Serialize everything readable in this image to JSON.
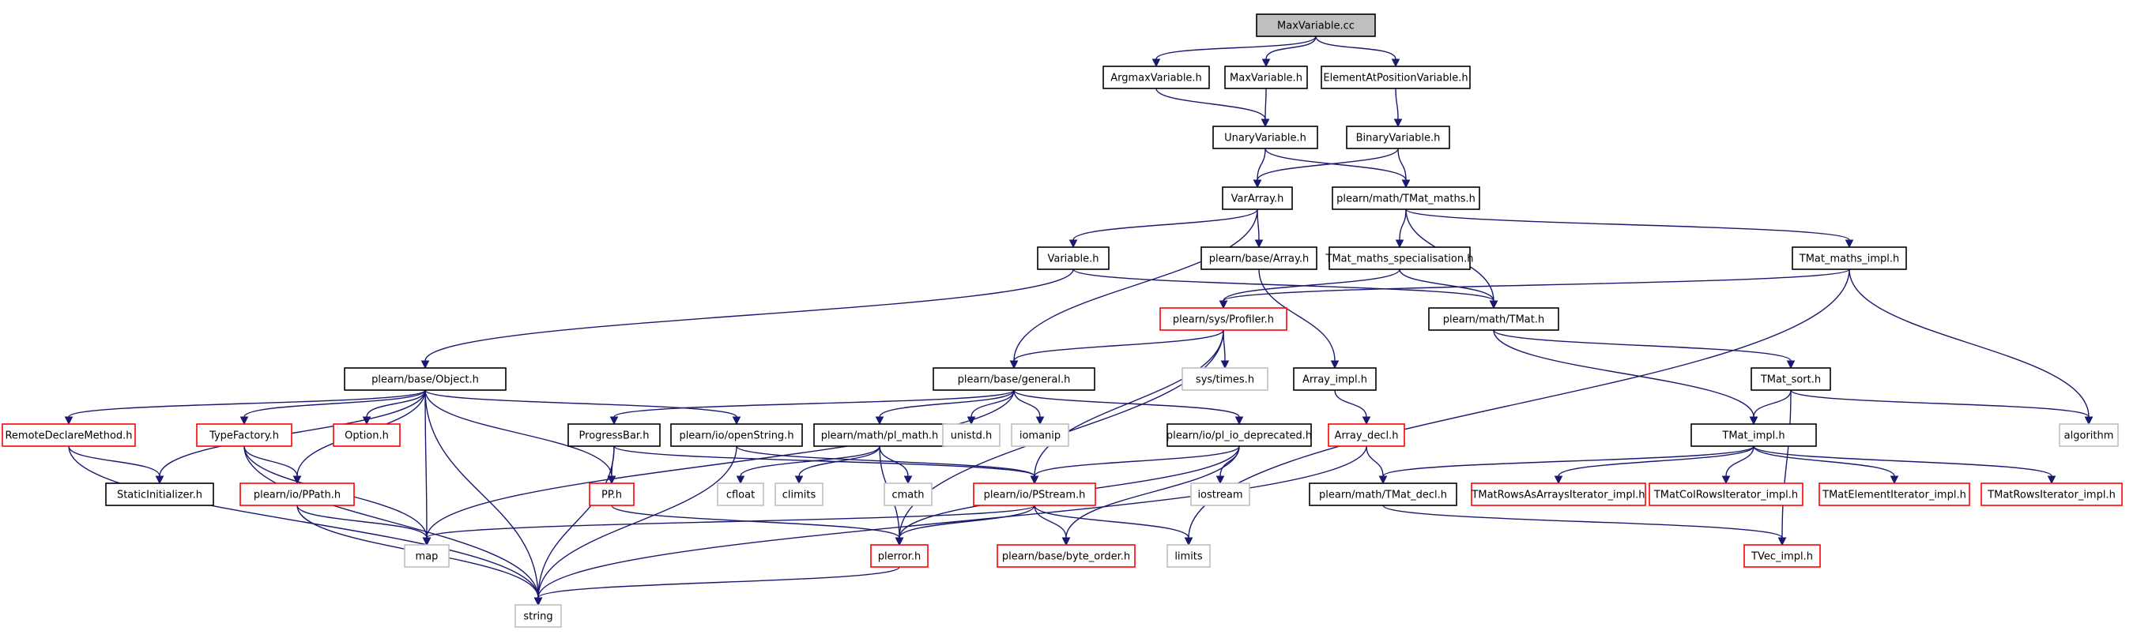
{
  "graph": {
    "edge_color": "#191970",
    "root_fill": "#bfbfbf",
    "node_fill": "#ffffff",
    "border_colors": {
      "black": "#000000",
      "red": "#ff0000",
      "gray": "#bfbfbf"
    },
    "nodes": [
      {
        "id": "n0",
        "label": "MaxVariable.cc",
        "style": "root"
      },
      {
        "id": "n1",
        "label": "ArgmaxVariable.h",
        "style": "black"
      },
      {
        "id": "n2",
        "label": "MaxVariable.h",
        "style": "black"
      },
      {
        "id": "n3",
        "label": "ElementAtPositionVariable.h",
        "style": "black"
      },
      {
        "id": "n4",
        "label": "UnaryVariable.h",
        "style": "black"
      },
      {
        "id": "n5",
        "label": "BinaryVariable.h",
        "style": "black"
      },
      {
        "id": "n6",
        "label": "VarArray.h",
        "style": "black"
      },
      {
        "id": "n7",
        "label": "plearn/math/TMat_maths.h",
        "style": "black"
      },
      {
        "id": "n8",
        "label": "Variable.h",
        "style": "black"
      },
      {
        "id": "n9",
        "label": "plearn/base/Array.h",
        "style": "black"
      },
      {
        "id": "n10",
        "label": "TMat_maths_specialisation.h",
        "style": "black"
      },
      {
        "id": "n11",
        "label": "TMat_maths_impl.h",
        "style": "black"
      },
      {
        "id": "n12",
        "label": "plearn/sys/Profiler.h",
        "style": "red"
      },
      {
        "id": "n13",
        "label": "plearn/math/TMat.h",
        "style": "black"
      },
      {
        "id": "n14",
        "label": "plearn/base/Object.h",
        "style": "black"
      },
      {
        "id": "n15",
        "label": "plearn/base/general.h",
        "style": "black"
      },
      {
        "id": "n16",
        "label": "sys/times.h",
        "style": "gray"
      },
      {
        "id": "n17",
        "label": "Array_impl.h",
        "style": "black"
      },
      {
        "id": "n18",
        "label": "TMat_sort.h",
        "style": "black"
      },
      {
        "id": "n19",
        "label": "algorithm",
        "style": "gray"
      },
      {
        "id": "n20",
        "label": "RemoteDeclareMethod.h",
        "style": "red"
      },
      {
        "id": "n21",
        "label": "TypeFactory.h",
        "style": "red"
      },
      {
        "id": "n22",
        "label": "Option.h",
        "style": "red"
      },
      {
        "id": "n23",
        "label": "ProgressBar.h",
        "style": "black"
      },
      {
        "id": "n24",
        "label": "plearn/io/openString.h",
        "style": "black"
      },
      {
        "id": "n25",
        "label": "plearn/math/pl_math.h",
        "style": "black"
      },
      {
        "id": "n26",
        "label": "unistd.h",
        "style": "gray"
      },
      {
        "id": "n27",
        "label": "iomanip",
        "style": "gray"
      },
      {
        "id": "n28",
        "label": "plearn/io/pl_io_deprecated.h",
        "style": "black"
      },
      {
        "id": "n29",
        "label": "Array_decl.h",
        "style": "red"
      },
      {
        "id": "n30",
        "label": "TMat_impl.h",
        "style": "black"
      },
      {
        "id": "n31",
        "label": "StaticInitializer.h",
        "style": "black"
      },
      {
        "id": "n32",
        "label": "plearn/io/PPath.h",
        "style": "red"
      },
      {
        "id": "n33",
        "label": "PP.h",
        "style": "red"
      },
      {
        "id": "n34",
        "label": "cfloat",
        "style": "gray"
      },
      {
        "id": "n35",
        "label": "climits",
        "style": "gray"
      },
      {
        "id": "n36",
        "label": "cmath",
        "style": "gray"
      },
      {
        "id": "n37",
        "label": "plearn/io/PStream.h",
        "style": "red"
      },
      {
        "id": "n38",
        "label": "iostream",
        "style": "gray"
      },
      {
        "id": "n39",
        "label": "plearn/math/TMat_decl.h",
        "style": "black"
      },
      {
        "id": "n40",
        "label": "TMatRowsAsArraysIterator_impl.h",
        "style": "red"
      },
      {
        "id": "n41",
        "label": "TMatColRowsIterator_impl.h",
        "style": "red"
      },
      {
        "id": "n42",
        "label": "TMatElementIterator_impl.h",
        "style": "red"
      },
      {
        "id": "n43",
        "label": "TMatRowsIterator_impl.h",
        "style": "red"
      },
      {
        "id": "n44",
        "label": "map",
        "style": "gray"
      },
      {
        "id": "n45",
        "label": "plerror.h",
        "style": "red"
      },
      {
        "id": "n46",
        "label": "plearn/base/byte_order.h",
        "style": "red"
      },
      {
        "id": "n47",
        "label": "limits",
        "style": "gray"
      },
      {
        "id": "n48",
        "label": "TVec_impl.h",
        "style": "red"
      },
      {
        "id": "n49",
        "label": "string",
        "style": "gray"
      }
    ],
    "edges": [
      [
        "n0",
        "n1"
      ],
      [
        "n0",
        "n2"
      ],
      [
        "n0",
        "n3"
      ],
      [
        "n1",
        "n4"
      ],
      [
        "n2",
        "n4"
      ],
      [
        "n3",
        "n5"
      ],
      [
        "n4",
        "n6"
      ],
      [
        "n4",
        "n7"
      ],
      [
        "n5",
        "n6"
      ],
      [
        "n5",
        "n7"
      ],
      [
        "n6",
        "n8"
      ],
      [
        "n6",
        "n9"
      ],
      [
        "n6",
        "n15"
      ],
      [
        "n7",
        "n10"
      ],
      [
        "n7",
        "n11"
      ],
      [
        "n7",
        "n13"
      ],
      [
        "n8",
        "n14"
      ],
      [
        "n8",
        "n13"
      ],
      [
        "n9",
        "n17"
      ],
      [
        "n10",
        "n12"
      ],
      [
        "n10",
        "n13"
      ],
      [
        "n11",
        "n12"
      ],
      [
        "n11",
        "n19"
      ],
      [
        "n11",
        "n47"
      ],
      [
        "n12",
        "n15"
      ],
      [
        "n12",
        "n16"
      ],
      [
        "n12",
        "n37"
      ],
      [
        "n12",
        "n45"
      ],
      [
        "n13",
        "n18"
      ],
      [
        "n13",
        "n30"
      ],
      [
        "n14",
        "n20"
      ],
      [
        "n14",
        "n31"
      ],
      [
        "n14",
        "n21"
      ],
      [
        "n14",
        "n22"
      ],
      [
        "n14",
        "n32"
      ],
      [
        "n14",
        "n44"
      ],
      [
        "n14",
        "n49"
      ],
      [
        "n14",
        "n33"
      ],
      [
        "n14",
        "n24"
      ],
      [
        "n15",
        "n44"
      ],
      [
        "n15",
        "n23"
      ],
      [
        "n15",
        "n25"
      ],
      [
        "n15",
        "n26"
      ],
      [
        "n15",
        "n27"
      ],
      [
        "n15",
        "n28"
      ],
      [
        "n17",
        "n29"
      ],
      [
        "n18",
        "n30"
      ],
      [
        "n18",
        "n19"
      ],
      [
        "n18",
        "n48"
      ],
      [
        "n20",
        "n31"
      ],
      [
        "n20",
        "n49"
      ],
      [
        "n21",
        "n32"
      ],
      [
        "n21",
        "n44"
      ],
      [
        "n21",
        "n49"
      ],
      [
        "n23",
        "n33"
      ],
      [
        "n23",
        "n49"
      ],
      [
        "n23",
        "n37"
      ],
      [
        "n24",
        "n37"
      ],
      [
        "n24",
        "n49"
      ],
      [
        "n25",
        "n34"
      ],
      [
        "n25",
        "n35"
      ],
      [
        "n25",
        "n36"
      ],
      [
        "n25",
        "n45"
      ],
      [
        "n28",
        "n37"
      ],
      [
        "n28",
        "n38"
      ],
      [
        "n28",
        "n45"
      ],
      [
        "n28",
        "n46"
      ],
      [
        "n29",
        "n39"
      ],
      [
        "n29",
        "n49"
      ],
      [
        "n30",
        "n39"
      ],
      [
        "n30",
        "n40"
      ],
      [
        "n30",
        "n41"
      ],
      [
        "n30",
        "n42"
      ],
      [
        "n30",
        "n43"
      ],
      [
        "n32",
        "n44"
      ],
      [
        "n32",
        "n49"
      ],
      [
        "n33",
        "n45"
      ],
      [
        "n37",
        "n44"
      ],
      [
        "n37",
        "n45"
      ],
      [
        "n37",
        "n46"
      ],
      [
        "n37",
        "n47"
      ],
      [
        "n39",
        "n48"
      ],
      [
        "n45",
        "n49"
      ]
    ]
  }
}
